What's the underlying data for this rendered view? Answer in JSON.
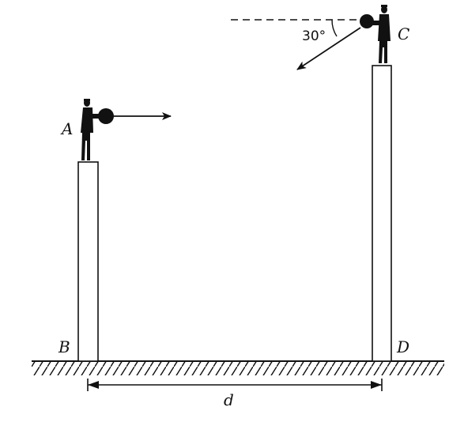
{
  "labels": {
    "point_a": "A",
    "point_b": "B",
    "point_c": "C",
    "point_d": "D",
    "distance": "d"
  },
  "angle": {
    "value_label": "30°"
  },
  "colors": {
    "ink": "#111111",
    "background": "#ffffff"
  }
}
